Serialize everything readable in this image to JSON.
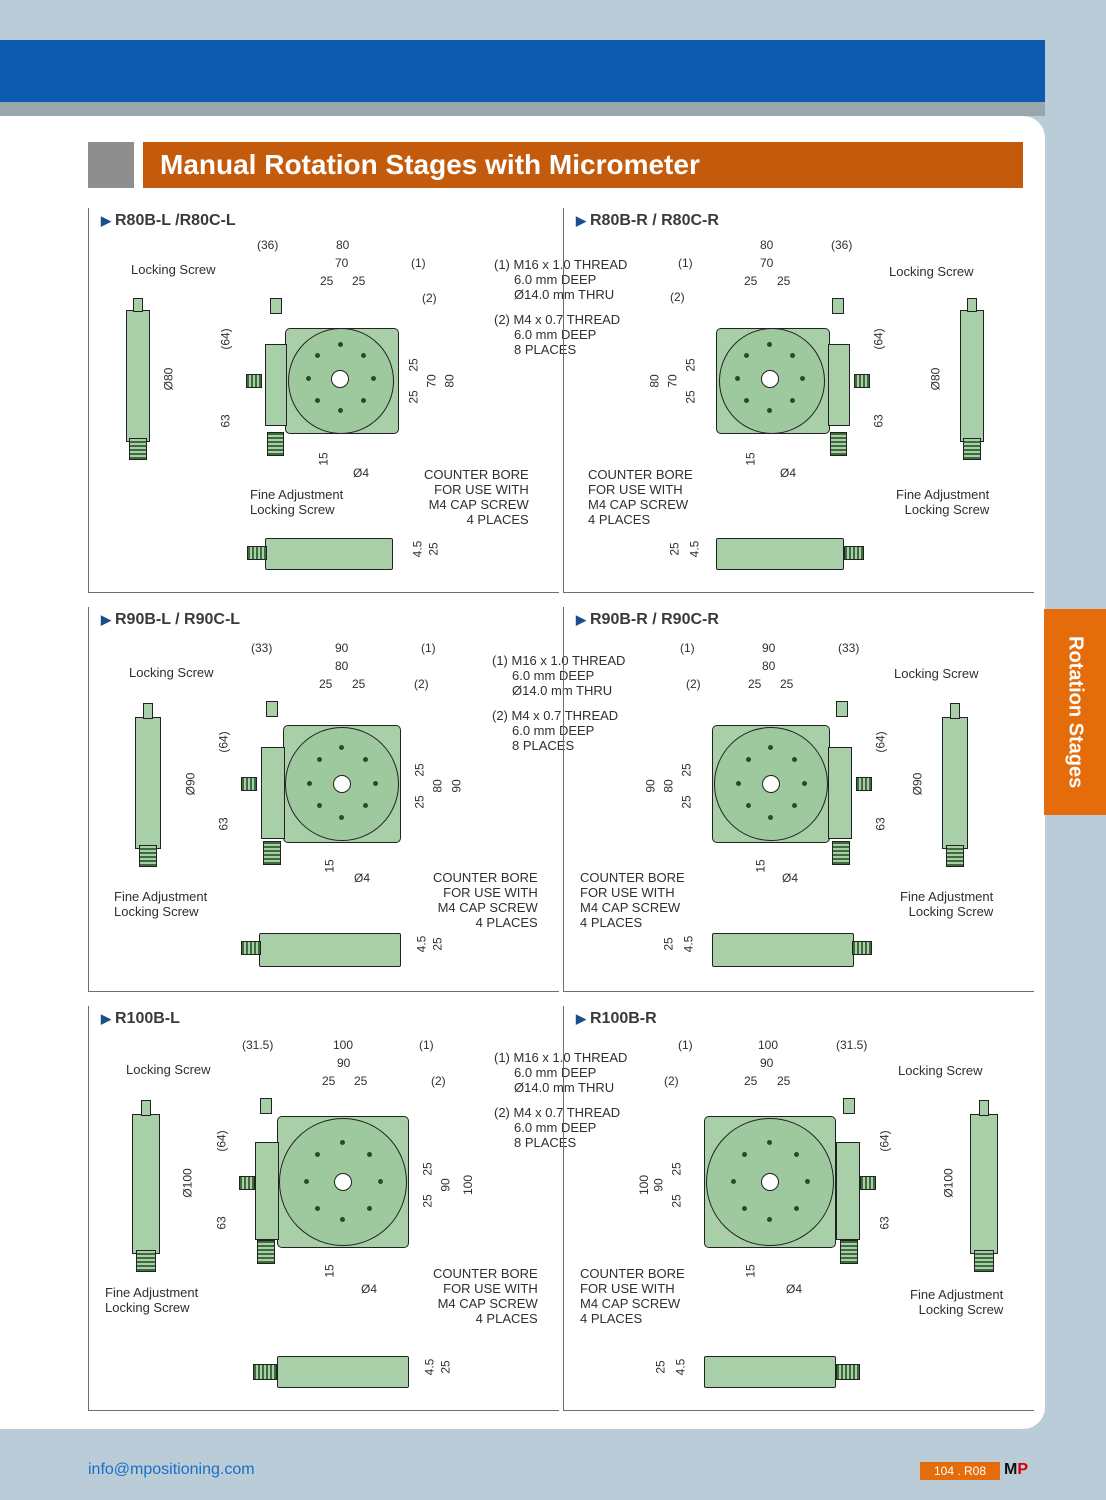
{
  "header": {
    "title": "Manual Rotation Stages with Micrometer"
  },
  "side_tab": {
    "label": "Rotation Stages"
  },
  "labels": {
    "locking_screw": "Locking Screw",
    "fine_adj_1": "Fine Adjustment",
    "fine_adj_2": "Locking Screw",
    "cb1": "COUNTER BORE",
    "cb2": "FOR USE WITH",
    "cb3": "M4 CAP SCREW",
    "cb4": "4 PLACES",
    "n1": "(1)",
    "n2": "(2)"
  },
  "notes": {
    "l1": "(1) M16 x 1.0 THREAD",
    "l2": "6.0 mm DEEP",
    "l3": "Ø14.0 mm THRU",
    "l4": "(2) M4 x 0.7 THREAD",
    "l5": "6.0 mm DEEP",
    "l6": "8 PLACES"
  },
  "panels": [
    {
      "title": "R80B-L /R80C-L",
      "side_dim": "(36)",
      "w": "80",
      "w2": "70",
      "s1": "25",
      "s2": "25",
      "dia": "Ø80",
      "d64": "(64)",
      "d63": "63",
      "d15": "15",
      "d4": "Ø4",
      "h1": "4.5",
      "h2": "25"
    },
    {
      "title": "R80B-R / R80C-R",
      "side_dim": "(36)",
      "w": "80",
      "w2": "70",
      "s1": "25",
      "s2": "25",
      "dia": "Ø80",
      "d64": "(64)",
      "d63": "63",
      "d15": "15",
      "d4": "Ø4",
      "h1": "4.5",
      "h2": "25"
    },
    {
      "title": "R90B-L / R90C-L",
      "side_dim": "(33)",
      "w": "90",
      "w2": "80",
      "s1": "25",
      "s2": "25",
      "dia": "Ø90",
      "d64": "(64)",
      "d63": "63",
      "d15": "15",
      "d4": "Ø4",
      "h1": "4.5",
      "h2": "25"
    },
    {
      "title": "R90B-R / R90C-R",
      "side_dim": "(33)",
      "w": "90",
      "w2": "80",
      "s1": "25",
      "s2": "25",
      "dia": "Ø90",
      "d64": "(64)",
      "d63": "63",
      "d15": "15",
      "d4": "Ø4",
      "h1": "4.5",
      "h2": "25"
    },
    {
      "title": "R100B-L",
      "side_dim": "(31.5)",
      "w": "100",
      "w2": "90",
      "s1": "25",
      "s2": "25",
      "dia": "Ø100",
      "d64": "(64)",
      "d63": "63",
      "d15": "15",
      "d4": "Ø4",
      "h1": "4.5",
      "h2": "25"
    },
    {
      "title": "R100B-R",
      "side_dim": "(31.5)",
      "w": "100",
      "w2": "90",
      "s1": "25",
      "s2": "25",
      "dia": "Ø100",
      "d64": "(64)",
      "d63": "63",
      "d15": "15",
      "d4": "Ø4",
      "h1": "4.5",
      "h2": "25"
    }
  ],
  "footer": {
    "email": "info@mpositioning.com",
    "page": "104 . R08",
    "logo_m": "M",
    "logo_p": "P"
  }
}
